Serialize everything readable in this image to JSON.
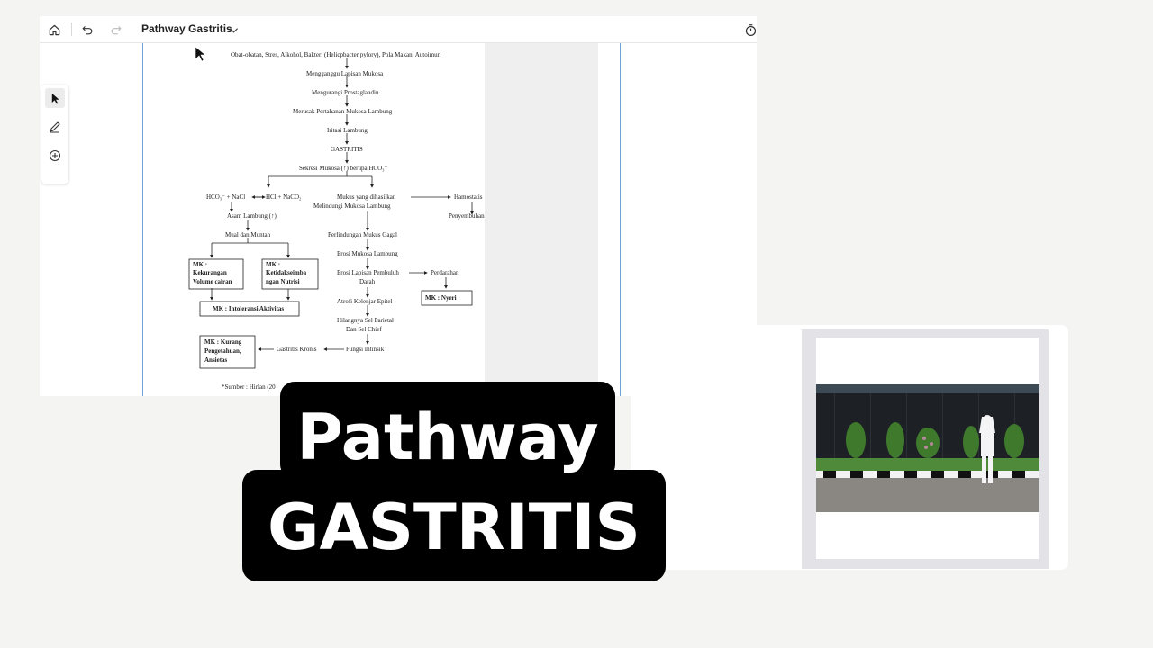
{
  "toolbar": {
    "doc_title": "Pathway Gastritis",
    "icons": [
      "home-icon",
      "undo-icon",
      "redo-icon",
      "chevron-down-icon",
      "timer-icon"
    ]
  },
  "side_tools": [
    "select-pointer-icon",
    "pen-icon",
    "add-circle-icon"
  ],
  "diagram": {
    "root": "Obat-obatan, Stres, Alkohol, Bakteri (Helicpbacter pylory), Pola Makan, Autoimun",
    "n1": "Mengganggu Lapisan Mukosa",
    "n2": "Mengurangi Prostaglandin",
    "n3": "Merusak Pertahanan Mukosa Lambung",
    "n4": "Iritasi Lambung",
    "n5": "GASTRITIS",
    "n6": "Sekresi Mukosa (↑) berupa HCO₃⁻",
    "left1": "HCO₃⁻ + NaCl",
    "left1b": "HCl + NaCO₂",
    "left2": "Asam Lambung (↑)",
    "left3": "Mual dan Muntah",
    "mk1_l1": "MK :",
    "mk1_l2": "Kekurangan",
    "mk1_l3": "Volume cairan",
    "mk2_l1": "MK :",
    "mk2_l2": "Ketidakseimba",
    "mk2_l3": "ngan Nutrisi",
    "mk3": "MK : Intoleransi Aktivitas",
    "mid1_l1": "Mukus yang dihasilkan",
    "mid1_l2": "Melindungi Mukosa Lambung",
    "right1": "Hamostatis",
    "right2": "Penyembuhan",
    "mid2": "Perlindungan Mukus Gagal",
    "mid3": "Erosi Mukosa Lambung",
    "mid4_l1": "Erosi Lapisan Pembuluh",
    "mid4_l2": "Darah",
    "right3": "Perdarahan",
    "mk4": "MK : Nyeri",
    "mid5": "Atrofi Kelenjar Epitel",
    "mid6_l1": "Hilangnya Sel Parietal",
    "mid6_l2": "Dan Sel Chief",
    "mid7": "Fungsi Intinsik",
    "mid8": "Gastritis Kronis",
    "mk5_l1": "MK : Kurang",
    "mk5_l2": "Pengetahuan,",
    "mk5_l3": "Ansietas",
    "source": "*Sumber : Hirlan (20"
  },
  "banner": {
    "line1": "Pathway",
    "line2": "GASTRITIS"
  },
  "colors": {
    "banner_bg": "#000000",
    "banner_text": "#ffffff",
    "page_guide": "#6fa1d6"
  }
}
